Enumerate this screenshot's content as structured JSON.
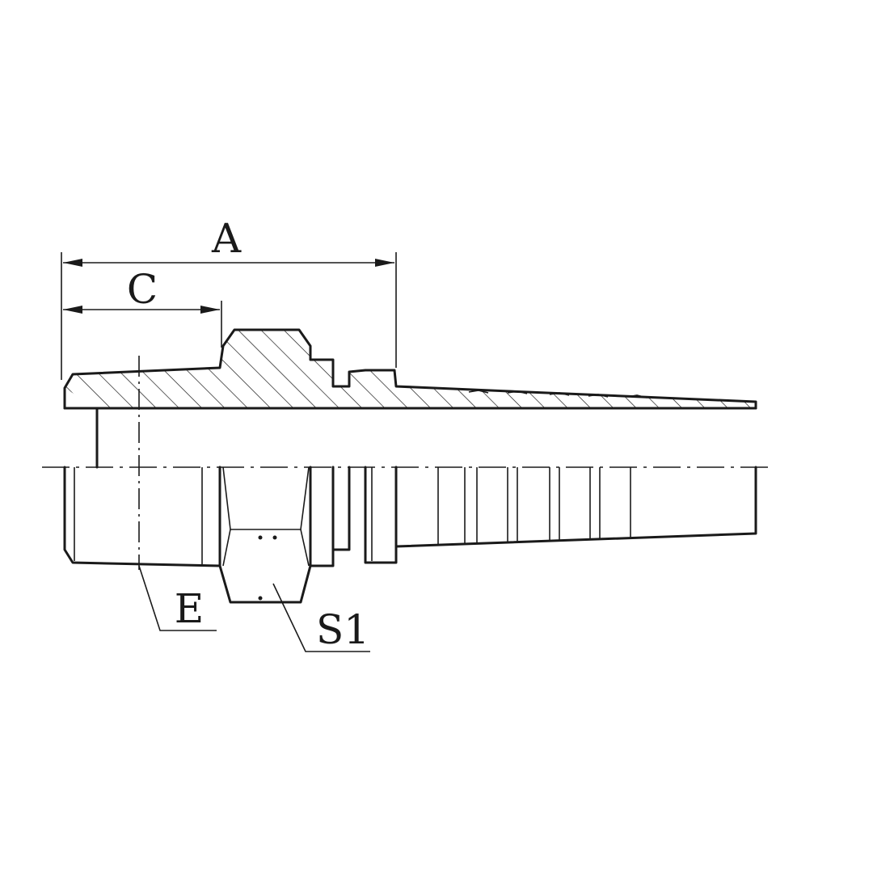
{
  "labels": {
    "a": "A",
    "c": "C",
    "e": "E",
    "s1": "S1"
  },
  "colors": {
    "line": "#1a1a1a",
    "background": "#ffffff"
  }
}
